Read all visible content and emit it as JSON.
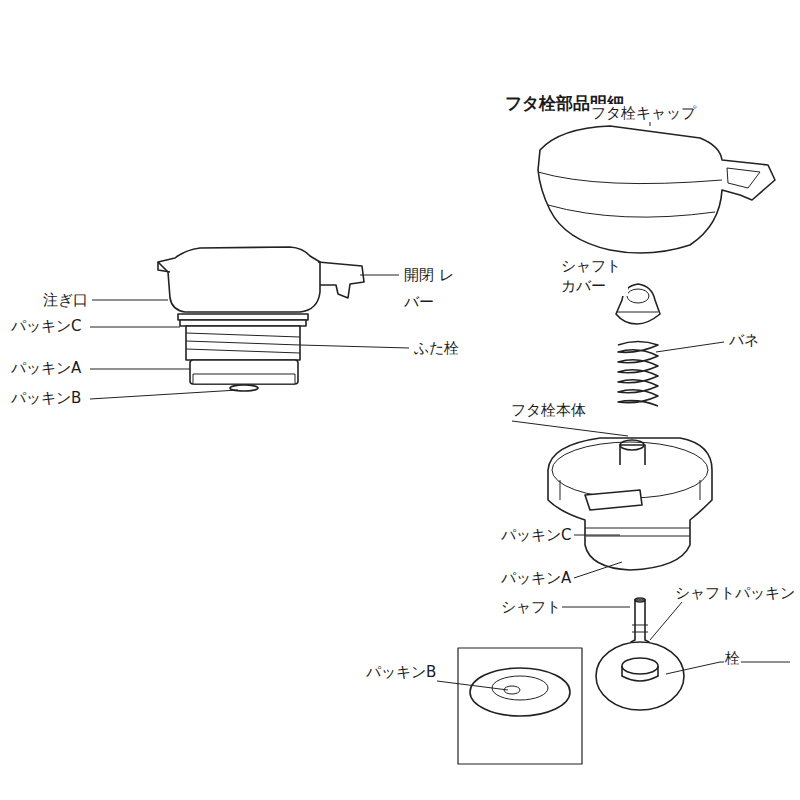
{
  "diagram": {
    "title": "フタ栓部品明細",
    "labels": [
      "注ぎ口",
      "パッキンC",
      "パッキンA",
      "パッキンB",
      "開閉 レバー",
      "ふた栓",
      "フタ栓キャップ",
      "シャフト カバー",
      "バネ",
      "フタ栓本体",
      "パッキンC",
      "パッキンA",
      "シャフト",
      "シャフトパッキン",
      "栓",
      "パッキンB"
    ]
  }
}
